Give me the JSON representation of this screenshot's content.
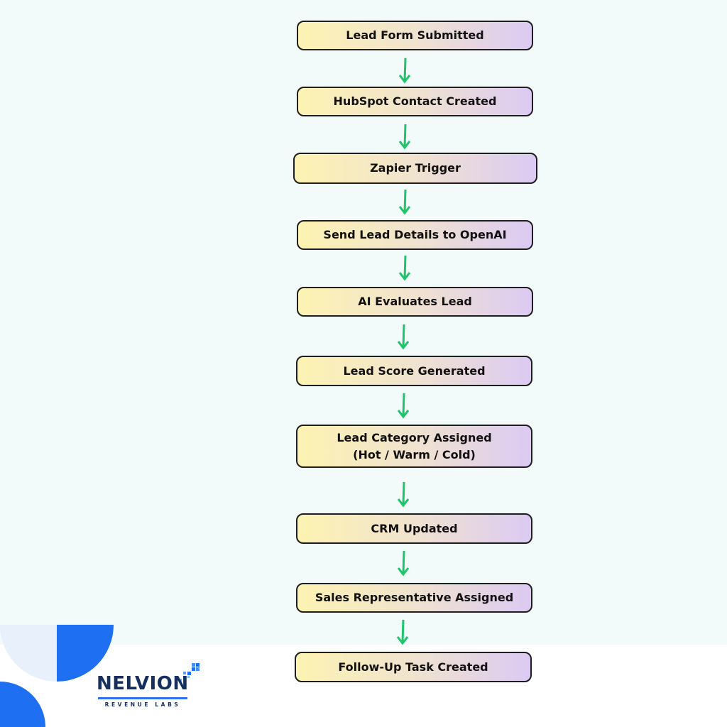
{
  "steps": [
    {
      "label": "Lead Form Submitted"
    },
    {
      "label": "HubSpot Contact Created"
    },
    {
      "label": "Zapier Trigger"
    },
    {
      "label": "Send Lead Details to OpenAI"
    },
    {
      "label": "AI Evaluates Lead"
    },
    {
      "label": "Lead Score Generated"
    },
    {
      "label": "Lead Category Assigned",
      "label2": "(Hot / Warm / Cold)"
    },
    {
      "label": "CRM Updated"
    },
    {
      "label": "Sales Representative Assigned"
    },
    {
      "label": "Follow-Up Task Created"
    }
  ],
  "logo": {
    "name": "NELVION",
    "tagline": "REVENUE LABS"
  },
  "colors": {
    "arrow": "#1fc46a",
    "box_gradient_start": "#fdf3b2",
    "box_gradient_end": "#dccaf3",
    "brand_blue": "#1f6ff2",
    "brand_navy": "#16305e",
    "background": "#f2fafa"
  }
}
